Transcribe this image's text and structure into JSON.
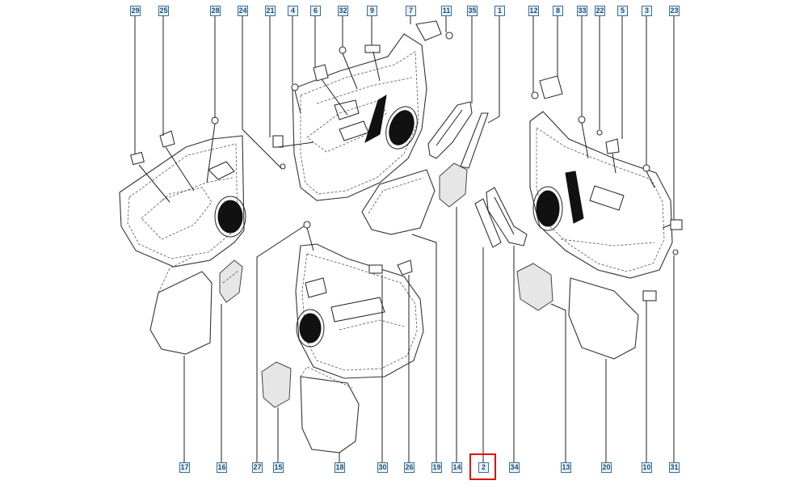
{
  "diagram": {
    "top_labels": [
      "29",
      "25",
      "28",
      "24",
      "21",
      "4",
      "6",
      "32",
      "9",
      "7",
      "11",
      "35",
      "1",
      "12",
      "8",
      "33",
      "22",
      "5",
      "3",
      "23"
    ],
    "bottom_labels": [
      "17",
      "16",
      "27",
      "15",
      "18",
      "30",
      "26",
      "19",
      "14",
      "2",
      "34",
      "13",
      "20",
      "10",
      "31"
    ],
    "selected_label": "2",
    "colors": {
      "label_border": "#3a6f96",
      "label_fill": "#eaf3fb",
      "highlight": "#e01010",
      "line": "#222222"
    }
  }
}
